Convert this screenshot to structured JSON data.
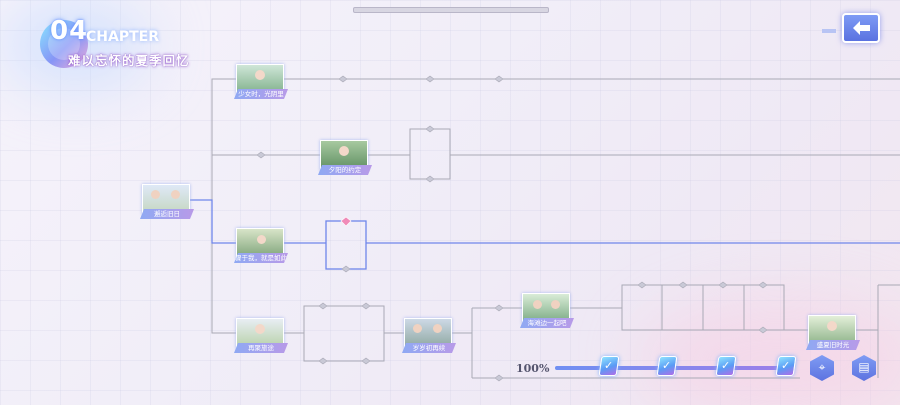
{
  "chapter": {
    "number": "04",
    "word": "CHAPTER",
    "title": "难以忘怀的夏季回忆"
  },
  "nodes": [
    {
      "id": "root",
      "label": "邂逅旧日"
    },
    {
      "id": "b1",
      "label": "少女时，光阴里"
    },
    {
      "id": "b2",
      "label": "夕阳的约定"
    },
    {
      "id": "b3",
      "label": "骤于我，就是如此"
    },
    {
      "id": "b4",
      "label": "再聚旅途"
    },
    {
      "id": "m1",
      "label": "岁岁初再续"
    },
    {
      "id": "m2",
      "label": "海滩边一起吧"
    },
    {
      "id": "end",
      "label": "盛夏旧时光"
    }
  ],
  "progress": {
    "percent_label": "100%",
    "value": 1.0
  },
  "rewards_count": 4,
  "colors": {
    "accent": "#6f8ff2",
    "active_line": "#6f86ea",
    "line": "#a9a9b5",
    "caption": "#9aa9f0"
  },
  "icons": {
    "back": "back-arrow-icon",
    "map": "map-pin-icon",
    "chest": "treasure-chest-icon",
    "reward": "reward-card-icon"
  }
}
